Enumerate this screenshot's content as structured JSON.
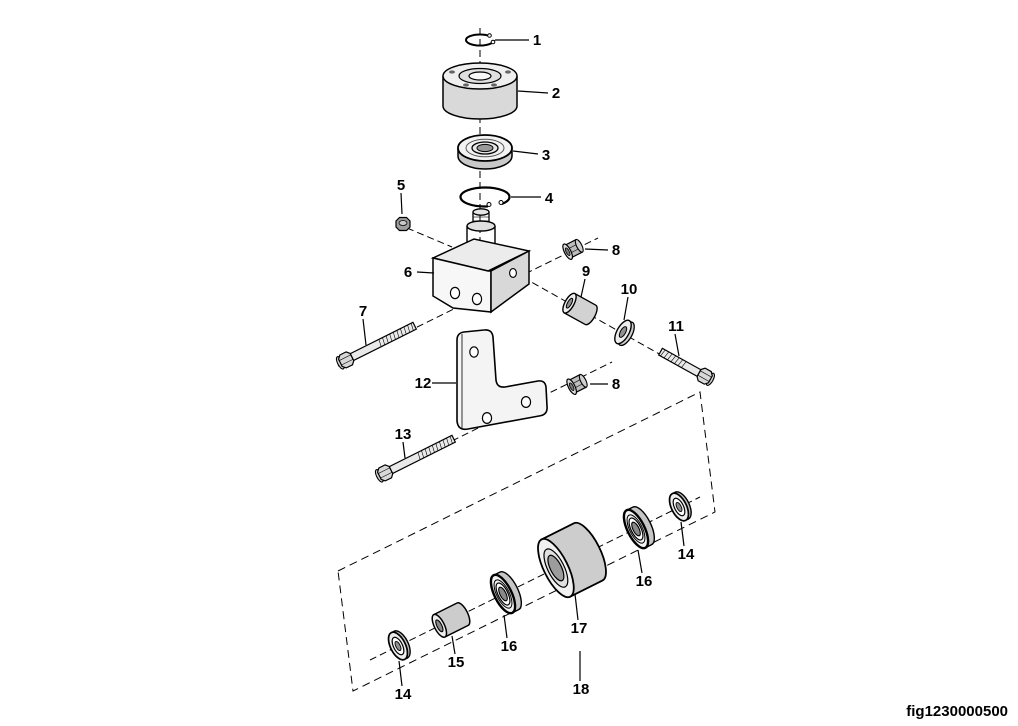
{
  "figure_caption": "fig1230000500",
  "palette": {
    "background": "#ffffff",
    "line": "#000000",
    "metal_light": "#efefef",
    "metal_mid": "#d9d9d9",
    "metal_dark": "#9a9a9a"
  },
  "callouts": [
    {
      "label": "1"
    },
    {
      "label": "2"
    },
    {
      "label": "3"
    },
    {
      "label": "4"
    },
    {
      "label": "5"
    },
    {
      "label": "6"
    },
    {
      "label": "7"
    },
    {
      "label": "8"
    },
    {
      "label": "9"
    },
    {
      "label": "10"
    },
    {
      "label": "11"
    },
    {
      "label": "12"
    },
    {
      "label": "13"
    },
    {
      "label": "8"
    },
    {
      "label": "14"
    },
    {
      "label": "16"
    },
    {
      "label": "17"
    },
    {
      "label": "16"
    },
    {
      "label": "15"
    },
    {
      "label": "14"
    },
    {
      "label": "18"
    }
  ]
}
